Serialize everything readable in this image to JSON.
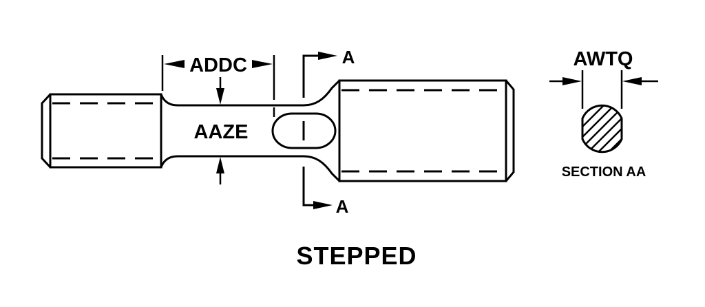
{
  "diagram": {
    "title": "STEPPED",
    "section_label": "SECTION AA",
    "dimensions": {
      "length_neck": "ADDC",
      "neck_diameter": "AAZE",
      "flat_width": "AWTQ"
    },
    "section_markers": {
      "top": "A",
      "bottom": "A"
    },
    "colors": {
      "line": "#000000",
      "background": "#ffffff"
    }
  }
}
